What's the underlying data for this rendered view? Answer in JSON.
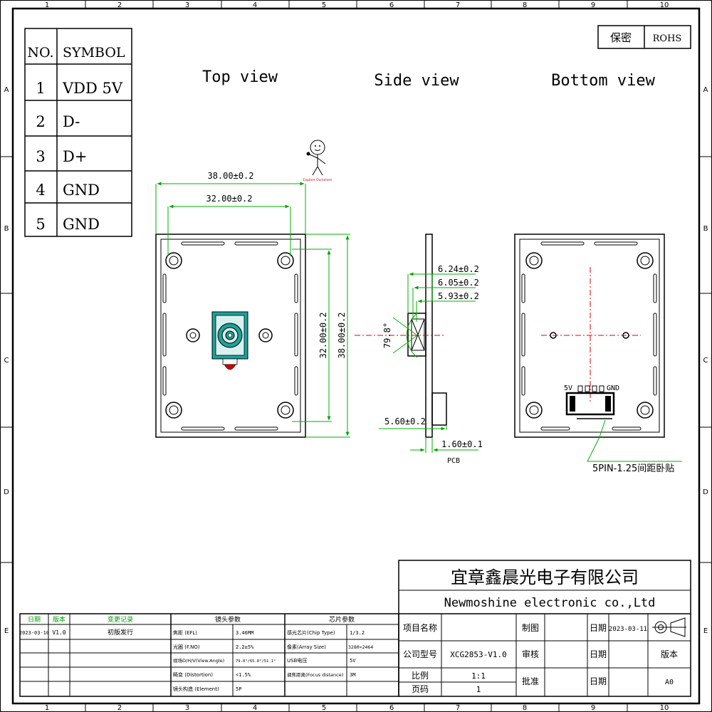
{
  "grid": {
    "columns": [
      "1",
      "2",
      "3",
      "4",
      "5",
      "6",
      "7",
      "8",
      "9",
      "10"
    ],
    "rows": [
      "A",
      "B",
      "C",
      "D",
      "E"
    ]
  },
  "confidential_label": "保密",
  "rohs_label": "ROHS",
  "pin_table": {
    "header_no": "NO.",
    "header_symbol": "SYMBOL",
    "rows": [
      {
        "no": "1",
        "symbol": "VDD 5V"
      },
      {
        "no": "2",
        "symbol": "D-"
      },
      {
        "no": "3",
        "symbol": "D+"
      },
      {
        "no": "4",
        "symbol": "GND"
      },
      {
        "no": "5",
        "symbol": "GND"
      }
    ]
  },
  "views": {
    "top": "Top view",
    "side": "Side view",
    "bottom": "Bottom view"
  },
  "dimensions": {
    "outer_width": "38.00±0.2",
    "hole_pitch_width": "32.00±0.2",
    "hole_pitch_height": "32.00±0.2",
    "outer_height": "38.00±0.2",
    "h1": "6.24±0.2",
    "h2": "6.05±0.2",
    "h3": "5.93±0.2",
    "angle": "79.8°",
    "connector_height": "5.60±0.2",
    "pcb_thickness": "1.60±0.1",
    "pcb_label": "PCB"
  },
  "logo_text": "Explore Ourselves",
  "connector": {
    "pin_5v": "5V",
    "pin_gnd": "GND",
    "callout": "5PIN-1.25间距卧贴"
  },
  "title_block": {
    "company_cn": "宜章鑫晨光电子有限公司",
    "company_en": "Newmoshine  electronic co.,Ltd",
    "project_name_label": "项目名称",
    "model_label": "公司型号",
    "model_value": "XCG2853-V1.0",
    "scale_label": "比例",
    "scale_value": "1:1",
    "page_label": "页码",
    "page_value": "1",
    "draw_label": "制图",
    "review_label": "审核",
    "approve_label": "批准",
    "date_label_1": "日期",
    "date_value_1": "2023-03-11",
    "date_label_2": "日期",
    "date_label_3": "日期",
    "version_label": "版本",
    "version_value": "A0"
  },
  "revision": {
    "header_date": "日期",
    "header_version": "版本",
    "header_change": "变更记录",
    "date": "2023-03-10",
    "version": "V1.0",
    "change": "初版发行"
  },
  "lens_params": {
    "title": "镜头参数",
    "rows": [
      {
        "label": "焦距 (EFL)",
        "value": "3.46MM"
      },
      {
        "label": "光圈 (F.NO)",
        "value": "2.2±5%"
      },
      {
        "label": "视场D/H/V(View.Angle)",
        "value": "79.8°/65.8°/51.1°"
      },
      {
        "label": "畸变 (Distortion)",
        "value": "<1.5%"
      },
      {
        "label": "镜头构造 (Element)",
        "value": "5P"
      }
    ]
  },
  "chip_params": {
    "title": "芯片参数",
    "rows": [
      {
        "label": "感光芯片(Chip Type)",
        "value": "1/3.2"
      },
      {
        "label": "像素(Array Size)",
        "value": "3280×2464"
      },
      {
        "label": "USB电压",
        "value": "5V"
      },
      {
        "label": "调焦距离(Focus distance)",
        "value": "3M"
      }
    ]
  }
}
